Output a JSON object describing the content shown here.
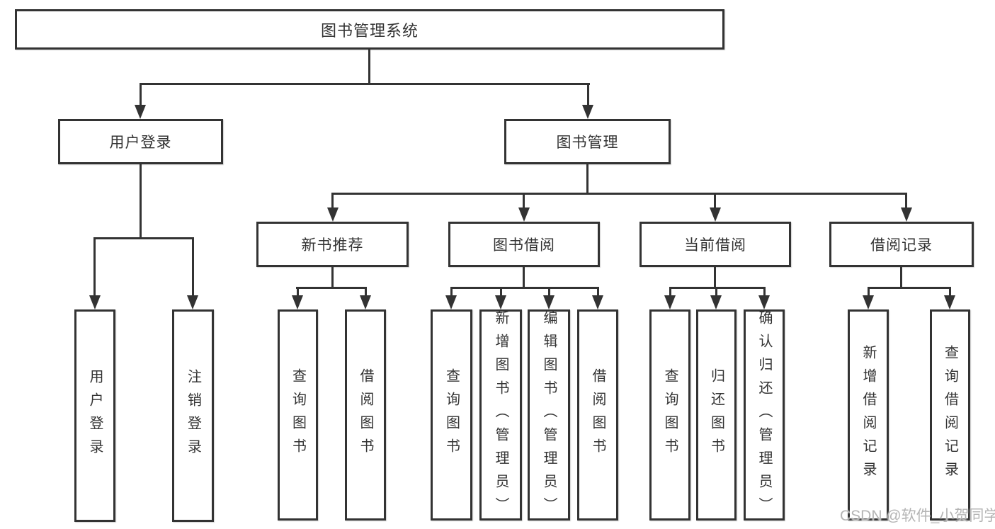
{
  "diagram": {
    "watermark": "CSDN @软件_小贺同学",
    "colors": {
      "line": "#333333",
      "text": "#333333",
      "background": "#ffffff",
      "watermark": "#b4b4b4"
    },
    "root": {
      "label": "图书管理系统"
    },
    "branches": [
      {
        "label": "用户登录",
        "children": [
          {
            "label": "用户登录"
          },
          {
            "label": "注销登录"
          }
        ]
      },
      {
        "label": "图书管理",
        "children": [
          {
            "label": "新书推荐",
            "children": [
              {
                "label": "查询图书"
              },
              {
                "label": "借阅图书"
              }
            ]
          },
          {
            "label": "图书借阅",
            "children": [
              {
                "label": "查询图书"
              },
              {
                "label": "新增图书（管理员）"
              },
              {
                "label": "编辑图书（管理员）"
              },
              {
                "label": "借阅图书"
              }
            ]
          },
          {
            "label": "当前借阅",
            "children": [
              {
                "label": "查询图书"
              },
              {
                "label": "归还图书"
              },
              {
                "label": "确认归还（管理员）"
              }
            ]
          },
          {
            "label": "借阅记录",
            "children": [
              {
                "label": "新增借阅记录"
              },
              {
                "label": "查询借阅记录"
              }
            ]
          }
        ]
      }
    ]
  }
}
